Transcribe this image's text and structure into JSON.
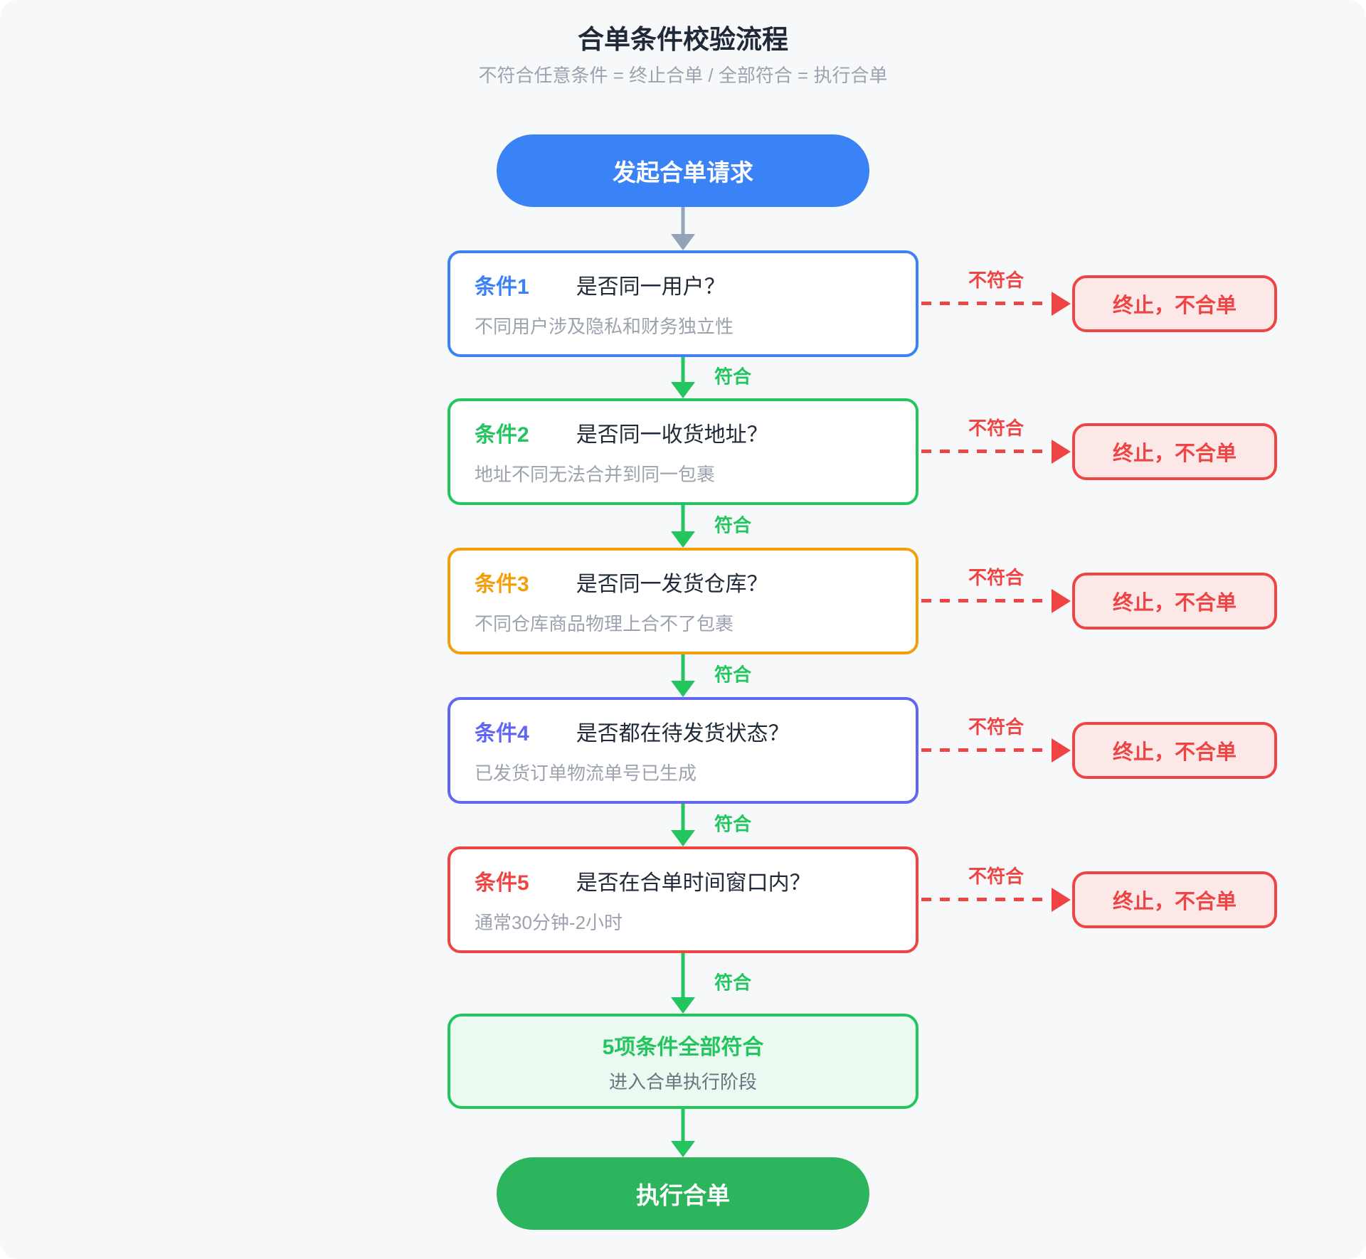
{
  "page": {
    "title": "合单条件校验流程",
    "subtitle": "不符合任意条件 = 终止合单 / 全部符合 = 执行合单"
  },
  "start": {
    "label": "发起合单请求",
    "color": "#3b82f6"
  },
  "conditions": [
    {
      "id": "条件1",
      "question": "是否同一用户？",
      "note": "不同用户涉及隐私和财务独立性",
      "accent": "#3b82f6",
      "fail_label": "不符合",
      "fail_result": "终止，不合单",
      "pass_label": "符合"
    },
    {
      "id": "条件2",
      "question": "是否同一收货地址？",
      "note": "地址不同无法合并到同一包裹",
      "accent": "#22c55e",
      "fail_label": "不符合",
      "fail_result": "终止，不合单",
      "pass_label": "符合"
    },
    {
      "id": "条件3",
      "question": "是否同一发货仓库？",
      "note": "不同仓库商品物理上合不了包裹",
      "accent": "#f59e0b",
      "fail_label": "不符合",
      "fail_result": "终止，不合单",
      "pass_label": "符合"
    },
    {
      "id": "条件4",
      "question": "是否都在待发货状态？",
      "note": "已发货订单物流单号已生成",
      "accent": "#6366f1",
      "fail_label": "不符合",
      "fail_result": "终止，不合单",
      "pass_label": "符合"
    },
    {
      "id": "条件5",
      "question": "是否在合单时间窗口内？",
      "note": "通常30分钟-2小时",
      "accent": "#ef4444",
      "fail_label": "不符合",
      "fail_result": "终止，不合单",
      "pass_label": "符合"
    }
  ],
  "success": {
    "title": "5项条件全部符合",
    "subtitle": "进入合单执行阶段"
  },
  "end": {
    "label": "执行合单",
    "color": "#2db55d"
  },
  "colors": {
    "pass_green": "#22c55e",
    "fail_red": "#ef4444",
    "fail_bg": "#fde8e8",
    "gray_arrow": "#94a3b8",
    "text_dark": "#1f2937",
    "text_muted": "#9ca3af",
    "panel_bg": "#f7f8fa"
  }
}
